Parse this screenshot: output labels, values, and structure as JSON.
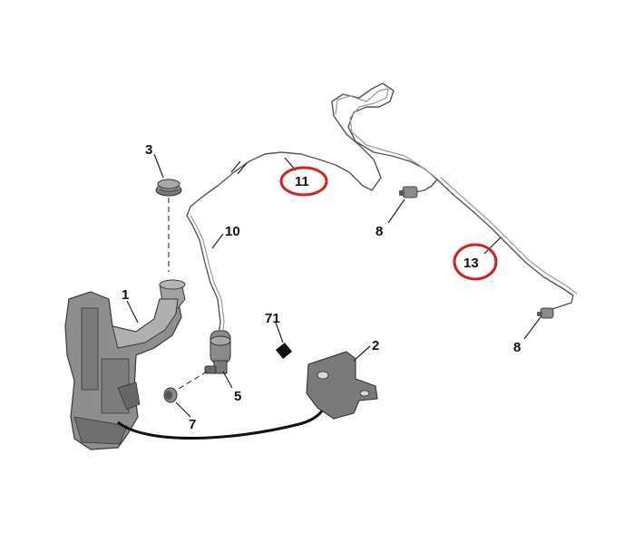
{
  "colors": {
    "highlight_circle": "#d42020",
    "part_fill": "#8a8a8a",
    "part_dark": "#5a5a5a",
    "hose": "#555555"
  },
  "callouts": {
    "c1": "1",
    "c2": "2",
    "c3": "3",
    "c5": "5",
    "c7": "7",
    "c8a": "8",
    "c8b": "8",
    "c10": "10",
    "c11": "11",
    "c13": "13",
    "c71": "71"
  },
  "highlighted": [
    "11",
    "13"
  ]
}
